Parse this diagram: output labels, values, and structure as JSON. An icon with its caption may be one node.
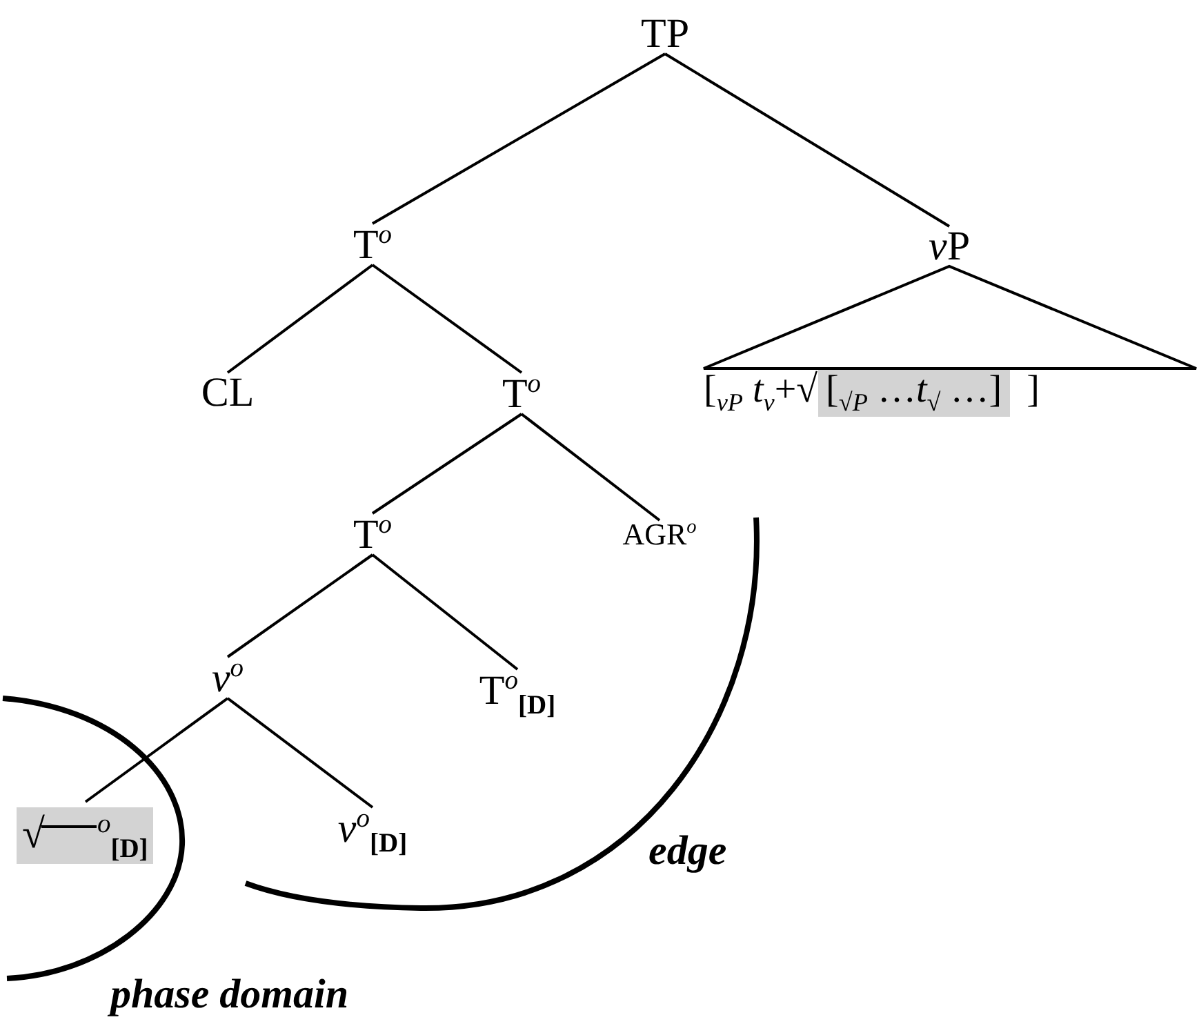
{
  "diagram": {
    "nodes": [
      {
        "text": [
          "TP"
        ]
      },
      {
        "text": [
          "T$^{o}$"
        ]
      },
      {
        "text": [
          "vP"
        ]
      },
      {
        "text": [
          "[$_{vP}$ *t*$_{v}$+√",
          "[$_{√P}$ …*t*$_{√}$ …]",
          "]"
        ]
      },
      {
        "text": [
          "CL"
        ]
      },
      {
        "text": [
          "T$^{o}$"
        ]
      },
      {
        "text": [
          "T$^{o}$"
        ]
      },
      {
        "text": [
          "AGR$^{o}$"
        ]
      },
      {
        "text": [
          "*v*$^{o}$"
        ]
      },
      {
        "text": [
          "T$^{o}$$_{[D]}$"
        ]
      },
      {
        "text": [
          "√$^{o}$$_{[D]}$"
        ]
      },
      {
        "text": [
          "*v*$^{o}$$_{[D]}$"
        ]
      }
    ],
    "edges": [
      {
        "from": 0,
        "to": 1,
        "arrow": "none"
      },
      {
        "from": 0,
        "to": 2,
        "arrow": "none"
      },
      {
        "from": 2,
        "to": 3,
        "arrow": "none"
      },
      {
        "from": 1,
        "to": 4,
        "arrow": "none"
      },
      {
        "from": 1,
        "to": 5,
        "arrow": "none"
      },
      {
        "from": 5,
        "to": 6,
        "arrow": "none"
      },
      {
        "from": 5,
        "to": 7,
        "arrow": "none"
      },
      {
        "from": 6,
        "to": 8,
        "arrow": "none"
      },
      {
        "from": 6,
        "to": 9,
        "arrow": "none"
      },
      {
        "from": 8,
        "to": 10,
        "arrow": "none"
      },
      {
        "from": 8,
        "to": 11,
        "arrow": "none"
      }
    ],
    "labels": [
      "edge",
      "phase domain"
    ]
  }
}
